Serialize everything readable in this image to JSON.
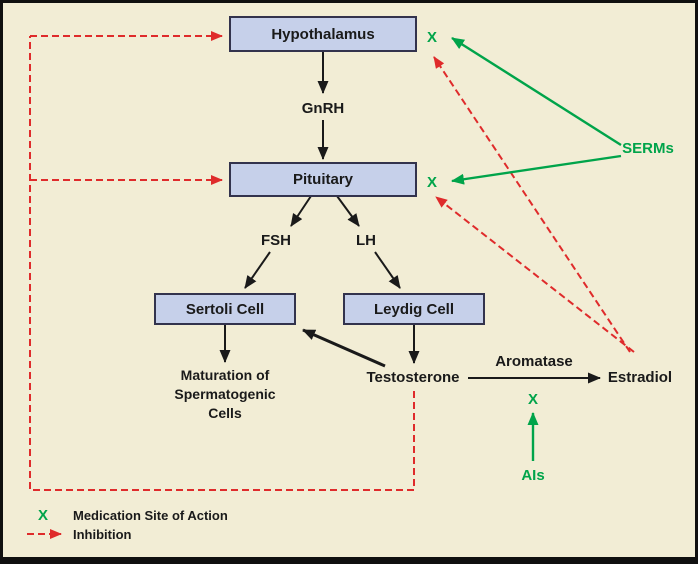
{
  "nodes": {
    "hypothalamus": "Hypothalamus",
    "pituitary": "Pituitary",
    "sertoli_cell": "Sertoli Cell",
    "leydig_cell": "Leydig Cell"
  },
  "labels": {
    "gnrh": "GnRH",
    "fsh": "FSH",
    "lh": "LH",
    "maturation": {
      "line1": "Maturation of",
      "line2": "Spermatogenic",
      "line3": "Cells"
    },
    "testosterone": "Testosterone",
    "aromatase": "Aromatase",
    "estradiol": "Estradiol",
    "serms": "SERMs",
    "ais": "AIs",
    "x_mark": "X"
  },
  "legend": {
    "x_symbol": "X",
    "medication_site": "Medication Site of Action",
    "inhibition": "Inhibition"
  },
  "colors": {
    "background": "#f2edd5",
    "box_fill": "#c6d0ea",
    "box_border": "#33334d",
    "green": "#00a44a",
    "red": "#df2b2b",
    "black": "#1a1a1a"
  }
}
